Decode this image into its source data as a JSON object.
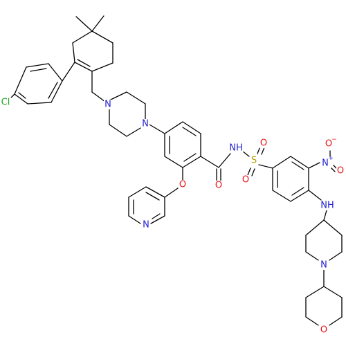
{
  "colors": {
    "bond": "#000000",
    "carbon": "#000000",
    "nitrogen": "#1f1fd1",
    "oxygen": "#e8141a",
    "sulfur": "#b3a000",
    "chlorine": "#1fa31f"
  },
  "atoms": [
    {
      "id": "cl",
      "text": "Cl",
      "el": "chlorine"
    },
    {
      "id": "n_pip1",
      "text": "N",
      "el": "nitrogen"
    },
    {
      "id": "n_pip2",
      "text": "N",
      "el": "nitrogen"
    },
    {
      "id": "o_ether",
      "text": "O",
      "el": "oxygen"
    },
    {
      "id": "n_pyr",
      "text": "N",
      "el": "nitrogen"
    },
    {
      "id": "o_amide",
      "text": "O",
      "el": "oxygen"
    },
    {
      "id": "nh_amide",
      "text": "NH",
      "el": "nitrogen"
    },
    {
      "id": "s",
      "text": "S",
      "el": "sulfur"
    },
    {
      "id": "o_s1",
      "text": "O",
      "el": "oxygen"
    },
    {
      "id": "o_s2",
      "text": "O",
      "el": "oxygen"
    },
    {
      "id": "n_nitro",
      "text": "N",
      "el": "nitrogen",
      "charge": "+"
    },
    {
      "id": "o_nitro1",
      "text": "O",
      "el": "oxygen",
      "charge": "−"
    },
    {
      "id": "o_nitro2",
      "text": "O",
      "el": "oxygen"
    },
    {
      "id": "nh_amine",
      "text": "NH",
      "el": "nitrogen"
    },
    {
      "id": "n_piperidine",
      "text": "N",
      "el": "nitrogen"
    },
    {
      "id": "o_thp",
      "text": "O",
      "el": "oxygen"
    }
  ]
}
